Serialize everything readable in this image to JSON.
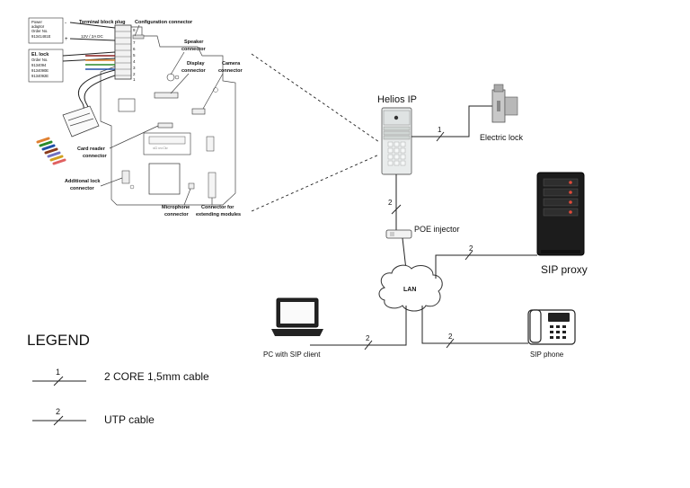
{
  "board": {
    "power_adapter": [
      "Power",
      "adaptor",
      "Order No.",
      "91341481E"
    ],
    "el_lock": {
      "title": "El. lock",
      "lines": [
        "Order No.",
        "9134094",
        "9134090E",
        "9134092E"
      ]
    },
    "voltage": "12V / 2A DC",
    "terminal_block_plug": "Terminal block plug",
    "configuration_connector": "Configuration connector",
    "speaker_connector": [
      "Speaker",
      "connector"
    ],
    "display_connector": [
      "Display",
      "connector"
    ],
    "camera_connector": [
      "Camera",
      "connector"
    ],
    "card_reader_connector": [
      "Card reader",
      "connector"
    ],
    "additional_lock_connector": [
      "Additional lock",
      "connector"
    ],
    "microphone_connector": [
      "Microphone",
      "connector"
    ],
    "extending_modules_connector": [
      "Connector for",
      "extending modules"
    ],
    "pin_numbers": [
      "1",
      "2",
      "3",
      "4",
      "5",
      "6",
      "7",
      "8",
      "9"
    ]
  },
  "nodes": {
    "helios_ip": "Helios IP",
    "electric_lock": "Electric lock",
    "poe_injector": "POE injector",
    "lan": "LAN",
    "sip_proxy": "SIP proxy",
    "pc_client": "PC with SIP client",
    "sip_phone": "SIP phone"
  },
  "cable_counts": {
    "helios_to_lock": "1",
    "helios_to_poe": "2",
    "lan_to_proxy": "2",
    "lan_to_pc": "2",
    "lan_to_phone": "2"
  },
  "legend": {
    "title": "LEGEND",
    "items": [
      {
        "count": "1",
        "label": "2 CORE 1,5mm cable"
      },
      {
        "count": "2",
        "label": "UTP cable"
      }
    ]
  }
}
